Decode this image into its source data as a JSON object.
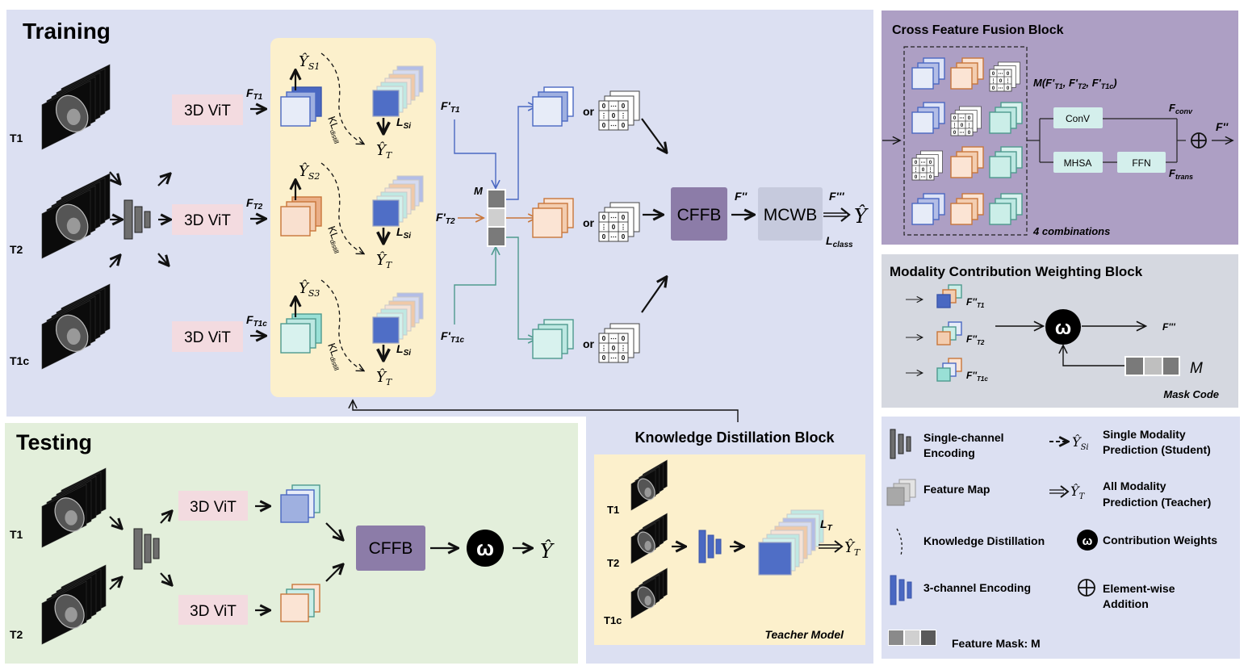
{
  "training": {
    "title": "Training",
    "modalities": [
      "T1",
      "T2",
      "T1c"
    ],
    "vit_label": "3D ViT",
    "features_in": [
      "F_T1",
      "F_T2",
      "F_T1c"
    ],
    "student_preds": [
      "Ŷ_S1",
      "Ŷ_S2",
      "Ŷ_S3"
    ],
    "teacher_pred": "Ŷ_T",
    "kl_label": "KL",
    "kl_sub": "distill",
    "loss_si": "L",
    "loss_si_sub": "Si",
    "features_prime": [
      "F'_T1",
      "F'_T2",
      "F'_T1c"
    ],
    "mask_label": "M",
    "or_label": "or",
    "cffb_label": "CFFB",
    "mcwb_label": "MCWB",
    "f_dprime": "F''",
    "f_tprime": "F'''",
    "y_hat": "Ŷ",
    "loss_class": "L",
    "loss_class_sub": "class",
    "zero_matrix": [
      "0",
      "⋯",
      "0",
      "⋮",
      "0",
      "⋮",
      "0",
      "⋯",
      "0"
    ]
  },
  "testing": {
    "title": "Testing",
    "modalities": [
      "T1",
      "T2"
    ],
    "vit_label": "3D ViT",
    "cffb_label": "CFFB",
    "omega": "ω",
    "y_hat": "Ŷ"
  },
  "kd_block": {
    "title": "Knowledge Distillation Block",
    "modalities": [
      "T1",
      "T2",
      "T1c"
    ],
    "loss_t": "L",
    "loss_t_sub": "T",
    "teacher_pred": "Ŷ_T",
    "caption": "Teacher Model"
  },
  "cffb_block": {
    "title": "Cross Feature Fusion Block",
    "mask_expr": "M(F'T1, F'T2, F'T1c)",
    "combinations_label": "4 combinations",
    "conv_label": "ConV",
    "mhsa_label": "MHSA",
    "ffn_label": "FFN",
    "f_conv": "F",
    "f_conv_sub": "conv",
    "f_trans": "F",
    "f_trans_sub": "trans",
    "output": "F''",
    "plus": "⊕"
  },
  "mcwb_block": {
    "title": "Modality Contribution Weighting Block",
    "inputs": [
      "F''T1",
      "F''T2",
      "F''T1c"
    ],
    "omega": "ω",
    "output": "F'''",
    "mask_label": "M",
    "mask_caption": "Mask Code"
  },
  "legend": {
    "items": [
      {
        "icon": "single-channel-encoding-icon",
        "label_lines": [
          "Single-channel",
          "Encoding"
        ]
      },
      {
        "icon": "feature-map-icon",
        "label_lines": [
          "Feature Map"
        ]
      },
      {
        "icon": "knowledge-distillation-icon",
        "label_lines": [
          "Knowledge Distillation"
        ]
      },
      {
        "icon": "three-channel-encoding-icon",
        "label_lines": [
          "3-channel Encoding"
        ]
      },
      {
        "icon": "feature-mask-icon",
        "label_lines": [
          "Feature Mask: M"
        ]
      },
      {
        "icon": "student-prediction-icon",
        "symbol": "Ŷ_Si",
        "label_lines": [
          "Single Modality",
          "Prediction (Student)"
        ]
      },
      {
        "icon": "teacher-prediction-icon",
        "symbol": "Ŷ_T",
        "label_lines": [
          "All Modality",
          "Prediction (Teacher)"
        ]
      },
      {
        "icon": "contribution-weights-icon",
        "symbol": "ω",
        "label_lines": [
          "Contribution Weights"
        ]
      },
      {
        "icon": "element-wise-addition-icon",
        "symbol": "⊕",
        "label_lines": [
          "Element-wise",
          "Addition"
        ]
      }
    ]
  },
  "colors": {
    "training_bg": "#dce0f2",
    "testing_bg": "#e3efdb",
    "kd_bg": "#fcf0cc",
    "cffb_bg": "#ad9fc4",
    "mcwb_bg": "#d5d8e0",
    "legend_bg": "#dce0f2",
    "vit_bg": "#f3dbe0",
    "cffb_node": "#8c7ca8",
    "mcwb_node": "#c6cadd",
    "blue": "#4a68c2",
    "orange": "#c8763a",
    "teal": "#4e9a8e",
    "light_teal": "#cbeee8",
    "mask_dark": "#7a7a7a",
    "mask_light": "#cfcfcf"
  }
}
